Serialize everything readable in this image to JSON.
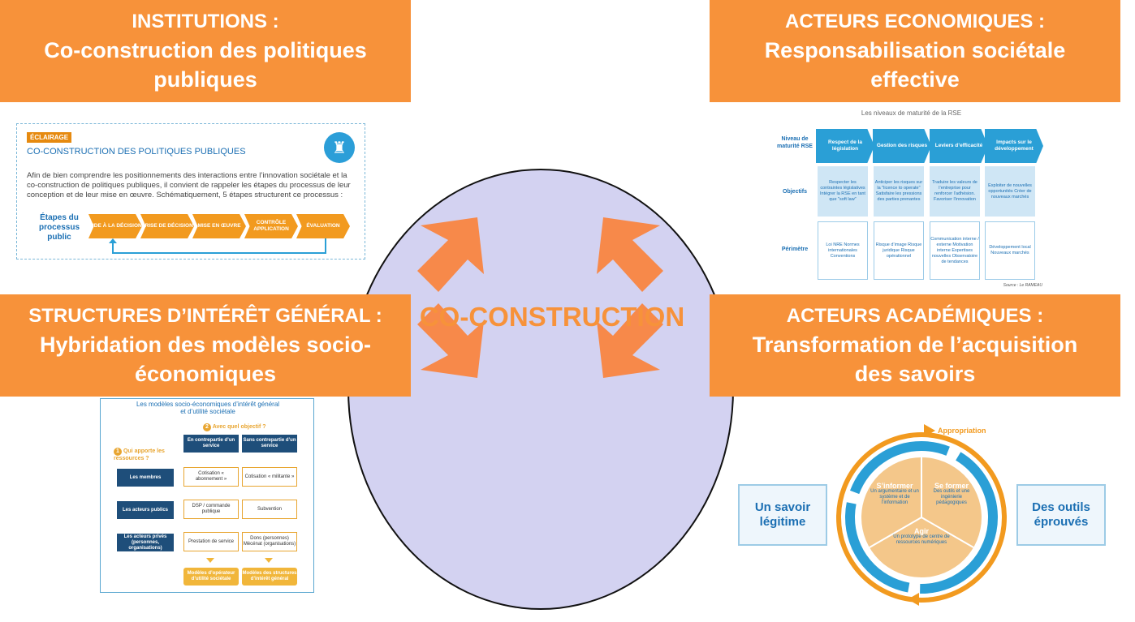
{
  "center": {
    "title": "CO-CONSTRUCTION"
  },
  "boxes": {
    "institutions": {
      "line1": "INSTITUTIONS :",
      "line2": "Co-construction des politiques publiques"
    },
    "economic": {
      "line1": "ACTEURS ECONOMIQUES :",
      "line2": "Responsabilisation sociétale effective"
    },
    "general_interest": {
      "line1": "STRUCTURES D’INTÉRÊT GÉNÉRAL :",
      "line2": "Hybridation des modèles socio-économiques"
    },
    "academic": {
      "line1": "ACTEURS ACADÉMIQUES :",
      "line2": "Transformation de l’acquisition des savoirs"
    }
  },
  "panel_policy": {
    "tag": "ÉCLAIRAGE",
    "title": "CO-CONSTRUCTION DES POLITIQUES PUBLIQUES",
    "text": "Afin de bien comprendre les positionnements des interactions entre l’innovation sociétale et la co-construction de politiques publiques, il convient de rappeler les étapes du processus de leur conception et de leur mise en œuvre. Schématiquement, 5 étapes structurent ce processus :",
    "steps_label": "Étapes du processus public",
    "steps": [
      "AIDE À LA DÉCISION",
      "PRISE DE DÉCISION",
      "MISE EN ŒUVRE",
      "CONTRÔLE APPLICATION",
      "ÉVALUATION"
    ]
  },
  "panel_rse": {
    "title": "Les niveaux de maturité de la RSE",
    "row_labels": [
      "Niveau de maturité RSE",
      "Objectifs",
      "Périmètre"
    ],
    "levels": [
      "Respect de la législation",
      "Gestion des risques",
      "Leviers d’efficacité",
      "Impacts sur le développement"
    ],
    "objectives": [
      "Respecter les contraintes législatives Intégrer la RSE en tant que \"soft law\"",
      "Anticiper les risques sur la \"licence to operate\" Satisfaire les pressions des parties prenantes",
      "Traduire les valeurs de l’entreprise pour renforcer l’adhésion. Favoriser l’innovation",
      "Exploiter de nouvelles opportunités Créer de nouveaux marchés"
    ],
    "scope": [
      "Loi NRE Normes internationales Conventions",
      "Risque d’image Risque juridique Risque opérationnel",
      "Communication interne / externe Motivation interne Expertises nouvelles Observatoire de tendances",
      "Développement local Nouveaux marchés"
    ],
    "source": "Source : Le RAMEAU"
  },
  "panel_models": {
    "title": "Les modèles socio-économiques d’intérêt général et d’utilité sociétale",
    "q1": "Qui apporte les ressources ?",
    "q2": "Avec quel objectif ?",
    "col_heads": [
      "En contrepartie d’un service",
      "Sans contrepartie d’un service"
    ],
    "row_heads": [
      "Les membres",
      "Les acteurs publics",
      "Les acteurs privés (personnes, organisations)"
    ],
    "cells": [
      [
        "Cotisation « abonnement »",
        "Cotisation « militante »"
      ],
      [
        "DSP / commande publique",
        "Subvention"
      ],
      [
        "Prestation de service",
        "Dons (personnes) Mécénat (organisations)"
      ]
    ],
    "results": [
      "Modèles d’opérateur d’utilité sociétale",
      "Modèles des structures d’intérêt général"
    ],
    "q1_num": "1",
    "q2_num": "2"
  },
  "panel_knowledge": {
    "appropriation": "Appropriation",
    "left_box": "Un savoir légitime",
    "right_box": "Des outils éprouvés",
    "segments": [
      {
        "head": "S’informer",
        "text": "Un argumentaire et un système et de l’information"
      },
      {
        "head": "Se former",
        "text": "Des outils et une ingénierie pédagogiques"
      },
      {
        "head": "Agir",
        "text": "Un prototype de centre de ressources numériques"
      }
    ]
  },
  "colors": {
    "orange": "#f7923a",
    "circle": "#d3d2f1",
    "arrow": "#f7894a",
    "blue": "#2a9fd6"
  }
}
